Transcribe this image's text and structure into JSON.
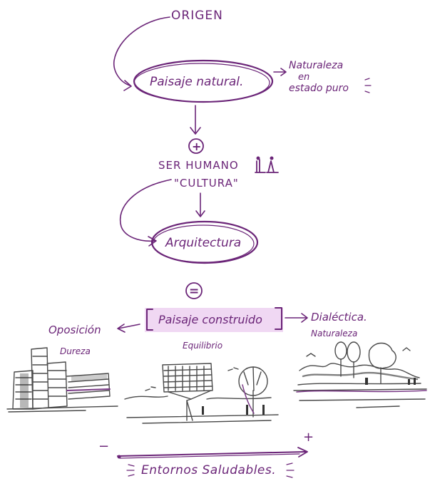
{
  "diagram": {
    "origin": "ORIGEN",
    "natural_landscape": "Paisaje natural.",
    "nature_pure": [
      "Naturaleza",
      "en",
      "estado puro"
    ],
    "plus_symbol": "+",
    "human_being": "SER HUMANO",
    "culture": "\"CULTURA\"",
    "architecture": "Arquitectura",
    "equals_symbol": "=",
    "built_landscape": "Paisaje construido",
    "opposition": "Oposición",
    "dialectic": "Dialéctica.",
    "sketches": [
      {
        "label": "Dureza"
      },
      {
        "label": "Equilibrio"
      },
      {
        "label": "Naturaleza"
      }
    ],
    "scale": {
      "minus": "−",
      "plus": "+",
      "caption": "Entornos Saludables."
    }
  },
  "colors": {
    "ink": "#6b2578",
    "highlight": "#e3b8ea",
    "pencil": "#4a4a4a"
  }
}
